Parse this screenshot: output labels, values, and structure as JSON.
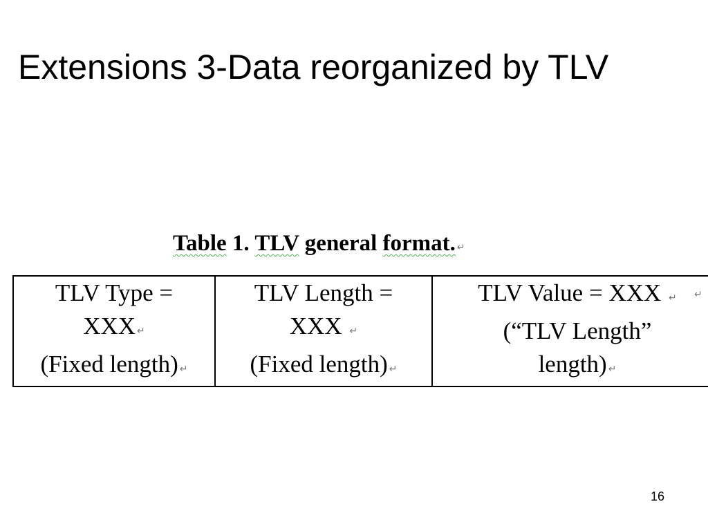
{
  "slide": {
    "title": "Extensions 3-Data reorganized by TLV",
    "page_number": "16"
  },
  "table": {
    "caption": "Table 1. TLV general format.",
    "caption_parts": [
      "Table",
      "1.",
      "TLV",
      "general",
      "format."
    ],
    "paragraph_mark": "↵",
    "cells": [
      {
        "lines": [
          "TLV Type =",
          "XXX",
          "(Fixed length)"
        ]
      },
      {
        "lines": [
          "TLV Length =",
          "XXX",
          "(Fixed length)"
        ]
      },
      {
        "lines": [
          "TLV Value = XXX",
          "(“TLV Length”",
          "length)"
        ]
      }
    ]
  }
}
